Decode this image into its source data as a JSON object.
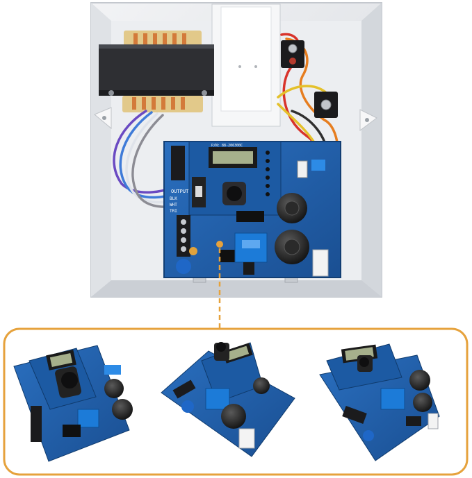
{
  "product": {
    "board_labels": [
      "OUTPUT",
      "BLK",
      "WHT",
      "TRI"
    ],
    "lcd_model": "P/N: 88-206300C"
  },
  "colors": {
    "background": "#ffffff",
    "enclosure": "#e9ebee",
    "pcb": "#1f5fa8",
    "pcb_dark": "#17477f",
    "callout_frame": "#e6a23c",
    "lcd": "#a6b08c"
  },
  "icons": [
    "transformer-icon",
    "capacitor-icon",
    "relay-icon",
    "lcd-icon",
    "terminal-block-icon"
  ]
}
